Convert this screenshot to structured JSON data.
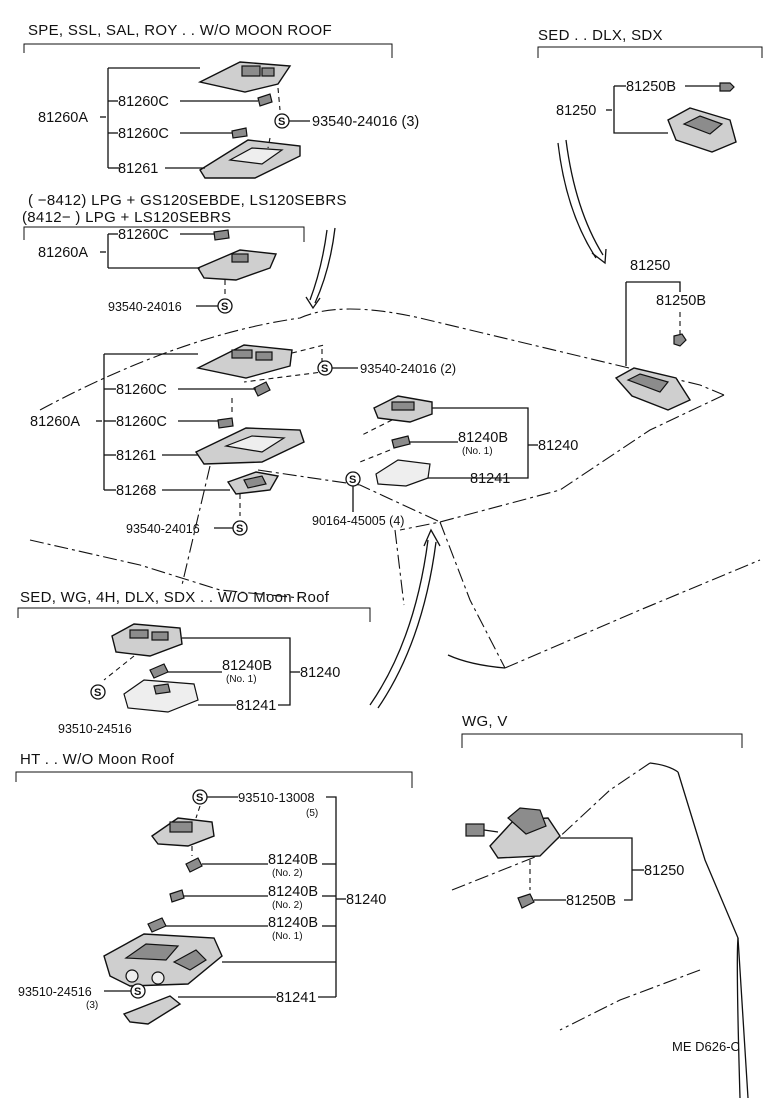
{
  "headers": {
    "spe": "SPE, SSL, SAL, ROY . . W/O  MOON  ROOF",
    "sed_dlx": "SED . . DLX, SDX",
    "lpg1": "(       −8412)  LPG + GS120SEBDE, LS120SEBRS",
    "lpg2": "(8412−      )  LPG + LS120SEBRS",
    "sed_wg": "SED, WG, 4H, DLX, SDX . . W/O Moon Roof",
    "ht": "HT . . W/O Moon Roof",
    "wg_v": "WG, V"
  },
  "parts": {
    "p81260A": "81260A",
    "p81260C": "81260C",
    "p81261": "81261",
    "p81268": "81268",
    "p81250": "81250",
    "p81250B": "81250B",
    "p81240": "81240",
    "p81240B": "81240B",
    "p81241": "81241",
    "s93540_3": "93540-24016 (3)",
    "s93540_2": "93540-24016 (2)",
    "s93540": "93540-24016",
    "s90164": "90164-45005 (4)",
    "s93510_24516": "93510-24516",
    "s93510_13008": "93510-13008",
    "q5": "(5)",
    "q3": "(3)",
    "no1": "(No. 1)",
    "no2": "(No. 2)"
  },
  "symbol": "S",
  "footer": "ME  D626-C"
}
